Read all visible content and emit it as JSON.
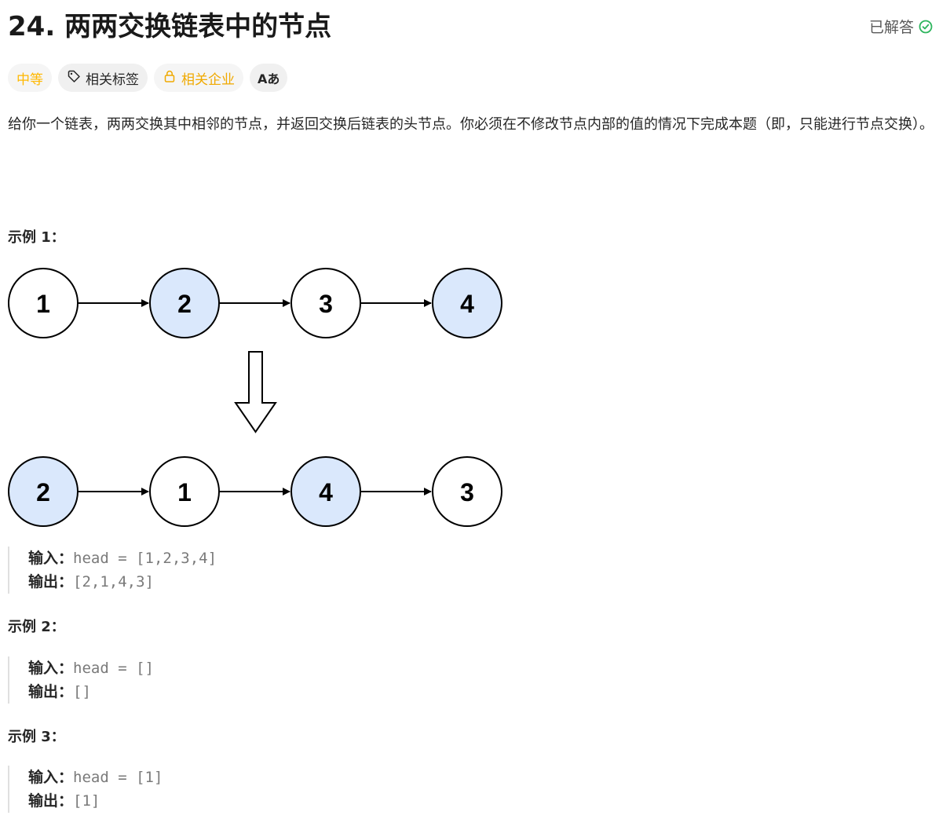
{
  "problem": {
    "title": "24. 两两交换链表中的节点",
    "status_label": "已解答",
    "difficulty": "中等",
    "tags_label": "相关标签",
    "companies_label": "相关企业",
    "translate_label": "Aあ",
    "description": "给你一个链表，两两交换其中相邻的节点，并返回交换后链表的头节点。你必须在不修改节点内部的值的情况下完成本题（即，只能进行节点交换）。"
  },
  "examples": [
    {
      "title": "示例 1：",
      "input_label": "输入：",
      "input_value": "head = [1,2,3,4]",
      "output_label": "输出：",
      "output_value": "[2,1,4,3]"
    },
    {
      "title": "示例 2：",
      "input_label": "输入：",
      "input_value": "head = []",
      "output_label": "输出：",
      "output_value": "[]"
    },
    {
      "title": "示例 3：",
      "input_label": "输入：",
      "input_value": "head = [1]",
      "output_label": "输出：",
      "output_value": "[1]"
    }
  ],
  "diagram": {
    "before": [
      "1",
      "2",
      "3",
      "4"
    ],
    "after": [
      "2",
      "1",
      "4",
      "3"
    ],
    "highlight_color": "#dae8fc",
    "plain_color": "#ffffff"
  },
  "colors": {
    "accepted": "#2db55d",
    "difficulty": "#ffb800"
  }
}
